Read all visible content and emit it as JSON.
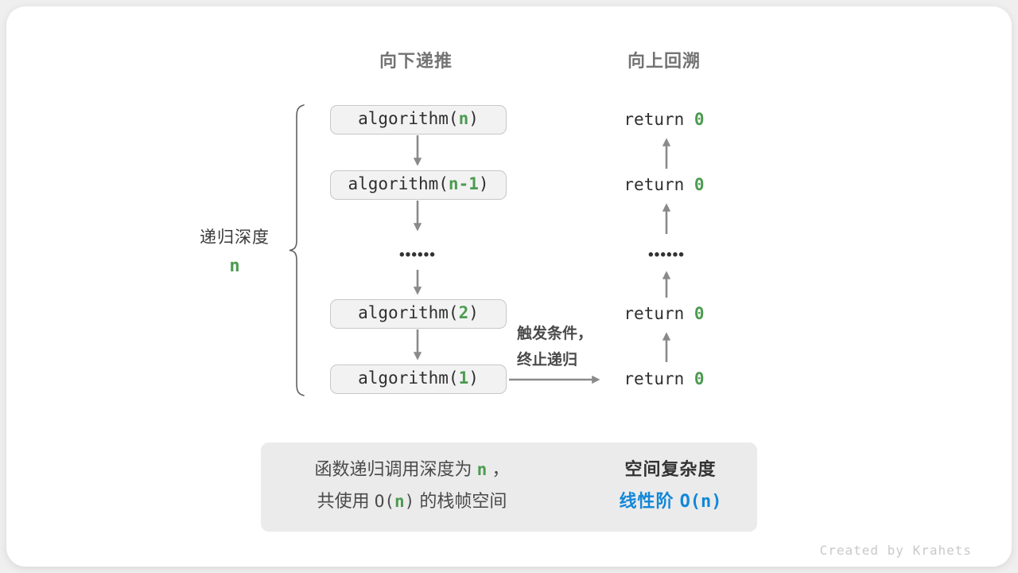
{
  "headers": {
    "down": "向下递推",
    "up": "向上回溯"
  },
  "depth": {
    "label": "递归深度",
    "value": "n"
  },
  "stack": {
    "boxes": [
      {
        "pre": "algorithm(",
        "param": "n",
        "post": ")"
      },
      {
        "pre": "algorithm(",
        "param": "n-1",
        "post": ")"
      },
      {
        "pre": "algorithm(",
        "param": "2",
        "post": ")"
      },
      {
        "pre": "algorithm(",
        "param": "1",
        "post": ")"
      }
    ],
    "ellipsis": "••••••"
  },
  "returns": {
    "rows": [
      {
        "keyword": "return ",
        "value": "0"
      },
      {
        "keyword": "return ",
        "value": "0"
      },
      {
        "keyword": "return ",
        "value": "0"
      },
      {
        "keyword": "return ",
        "value": "0"
      }
    ],
    "ellipsis": "••••••"
  },
  "annotation": {
    "line1": "触发条件，",
    "line2": "终止递归"
  },
  "summary": {
    "l1_a": "函数递归调用深度为 ",
    "l1_n": "n",
    "l1_b": " ，",
    "l2_a": "共使用 ",
    "l2_open": "O(",
    "l2_n": "n",
    "l2_close": ")",
    "l2_b": " 的栈帧空间",
    "r1": "空间复杂度",
    "r2_zh": "线性阶 ",
    "r2_code": "O(n)"
  },
  "credit": "Created by Krahets",
  "colors": {
    "accent_green": "#4c9b50",
    "accent_blue": "#1287d8",
    "arrow_gray": "#8a8a8a",
    "header_gray": "#737373",
    "box_fill": "#f2f2f2",
    "box_border": "#c7c7c7",
    "summary_fill": "#ebebeb",
    "card_bg": "#ffffff",
    "page_bg": "#efefef"
  }
}
